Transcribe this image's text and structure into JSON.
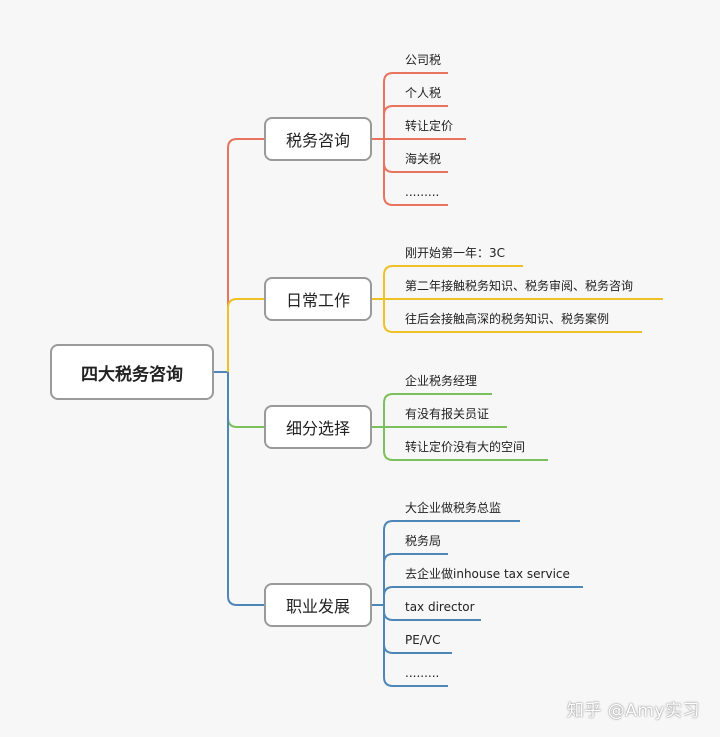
{
  "root": {
    "label": "四大税务咨询"
  },
  "branches": [
    {
      "label": "税务咨询",
      "color": "#e8745f",
      "items": [
        "公司税",
        "个人税",
        "转让定价",
        "海关税",
        "........."
      ]
    },
    {
      "label": "日常工作",
      "color": "#f0c127",
      "items": [
        "刚开始第一年：3C",
        "第二年接触税务知识、税务审阅、税务咨询",
        "往后会接触高深的税务知识、税务案例"
      ]
    },
    {
      "label": "细分选择",
      "color": "#7cc05e",
      "items": [
        "企业税务经理",
        "有没有报关员证",
        "转让定价没有大的空间"
      ]
    },
    {
      "label": "职业发展",
      "color": "#4f86b8",
      "items": [
        "大企业做税务总监",
        "税务局",
        "去企业做inhouse tax service",
        "tax director",
        "PE/VC",
        "........."
      ]
    }
  ],
  "watermark": "知乎 @Amy实习"
}
